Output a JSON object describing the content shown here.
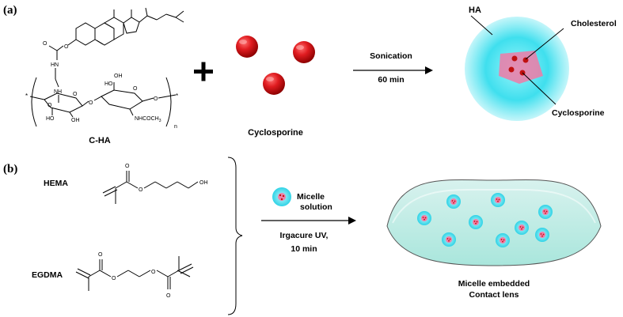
{
  "panel_a": {
    "label": "(a)",
    "reactant_label": "C-HA",
    "drug_label": "Cyclosporine",
    "step_label": "Sonication",
    "step_time": "60 min",
    "micelle": {
      "shell_label": "HA",
      "core_label": "Cholesterol",
      "drug_label": "Cyclosporine"
    },
    "structure_text": {
      "carbamate_o1": "O",
      "carbamate_o2": "O",
      "carbamate_nh": "HN",
      "amide_nh": "NH",
      "amide_o": "O",
      "ring1_o": "O",
      "ring1_oh": "OH",
      "ring1_ho": "HO",
      "glyco_o": "O",
      "ring2_o": "O",
      "ring2_oh": "OH",
      "ring2_ho": "HO",
      "ring2_nhac": "NHCOCH",
      "ring2_nhac_sub": "3",
      "terminal_o": "O",
      "star_left": "*",
      "star_right": "*",
      "repeat_n": "n"
    }
  },
  "panel_b": {
    "label": "(b)",
    "monomer1_label": "HEMA",
    "monomer2_label": "EGDMA",
    "monomer_text": {
      "hema_o_carbonyl": "O",
      "hema_o_ester": "O",
      "hema_oh": "OH",
      "egdma_o1": "O",
      "egdma_o2": "O",
      "egdma_o3": "O",
      "egdma_o4": "O"
    },
    "micelle_solution_line1": "Micelle",
    "micelle_solution_line2": "solution",
    "step_label": "Irgacure UV,",
    "step_time": "10 min",
    "product_line1": "Micelle embedded",
    "product_line2": "Contact lens"
  },
  "colors": {
    "drug_red": "#d41820",
    "shell_cyan": "#2ed8e8",
    "core_pink": "#f080a8",
    "lens_fill": "#c8eee8"
  }
}
